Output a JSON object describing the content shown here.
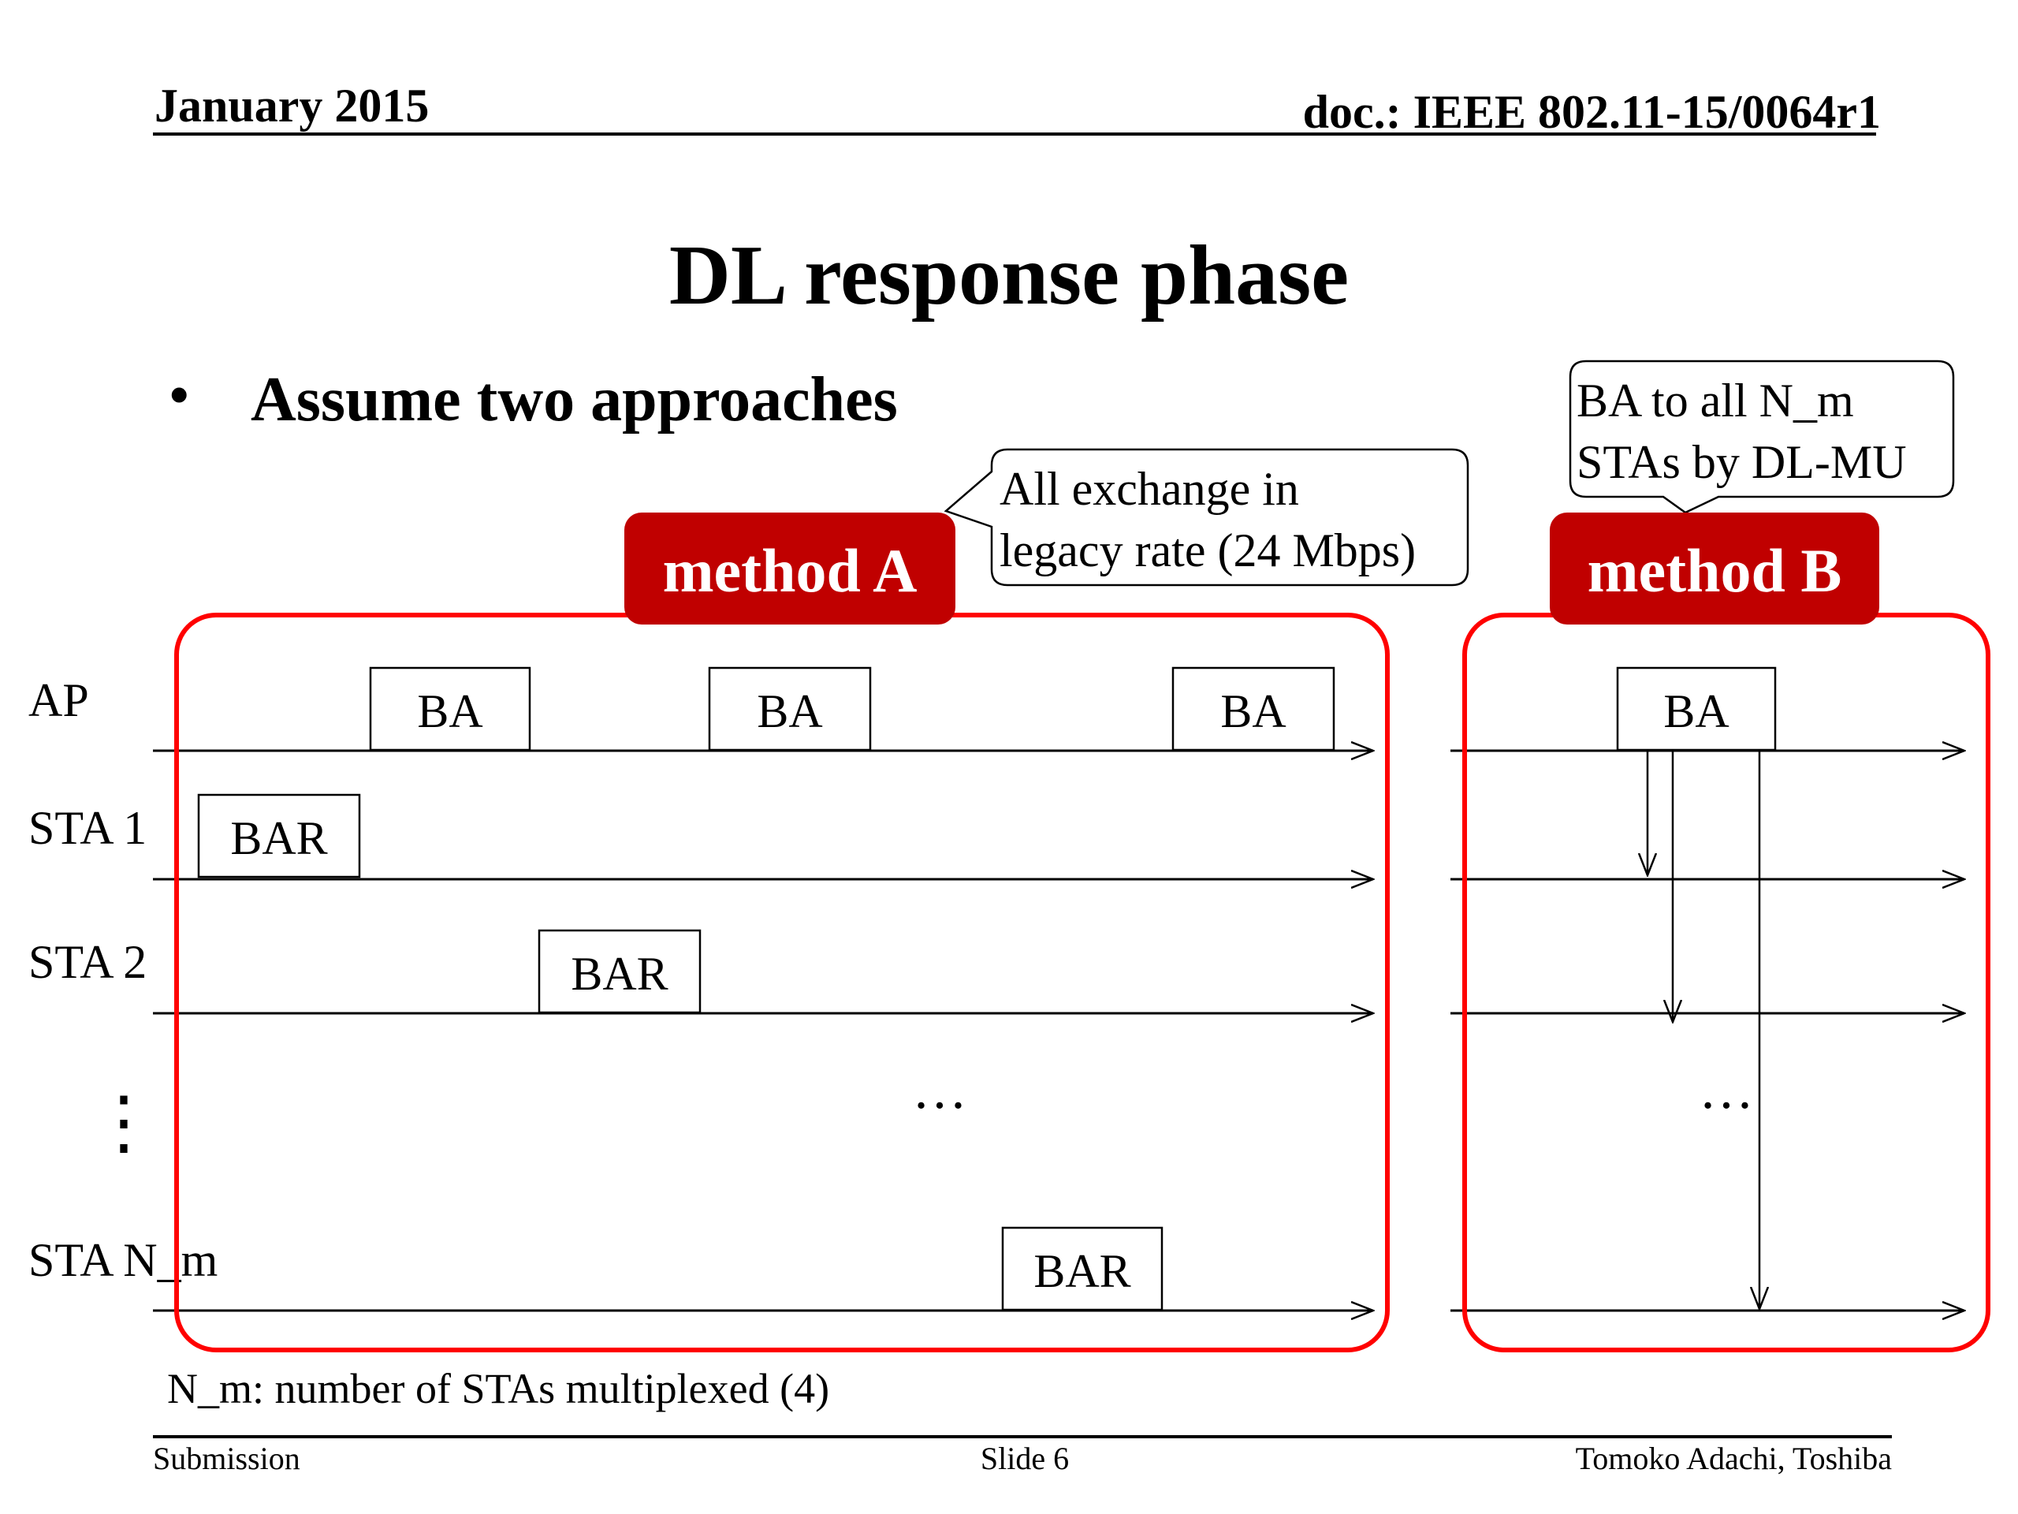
{
  "header": {
    "date": "January 2015",
    "doc": "doc.: IEEE 802.11-15/0064r1"
  },
  "title": "DL response phase",
  "bullet": {
    "symbol": "•",
    "text": "Assume two approaches"
  },
  "rows": {
    "ap": "AP",
    "sta1": "STA 1",
    "sta2": "STA 2",
    "vdots": "⋮",
    "stanm": "STA N_m"
  },
  "method_a": {
    "label": "method A",
    "callout_line1": "All exchange in",
    "callout_line2": "legacy rate (24 Mbps)",
    "frames": {
      "ap_ba_1": "BA",
      "ap_ba_2": "BA",
      "ap_ba_3": "BA",
      "sta1_bar": "BAR",
      "sta2_bar": "BAR",
      "stanm_bar": "BAR"
    },
    "ellipsis": "…"
  },
  "method_b": {
    "label": "method B",
    "callout_line1": "BA to all N_m",
    "callout_line2": "STAs by DL-MU",
    "frames": {
      "ap_ba": "BA"
    },
    "ellipsis": "…"
  },
  "footnote": "N_m: number of STAs multiplexed (4)",
  "footer": {
    "left": "Submission",
    "center": "Slide 6",
    "right": "Tomoko Adachi, Toshiba"
  },
  "colors": {
    "method_box": "#C00000",
    "outline_red": "#FF0000",
    "text": "#000000"
  }
}
